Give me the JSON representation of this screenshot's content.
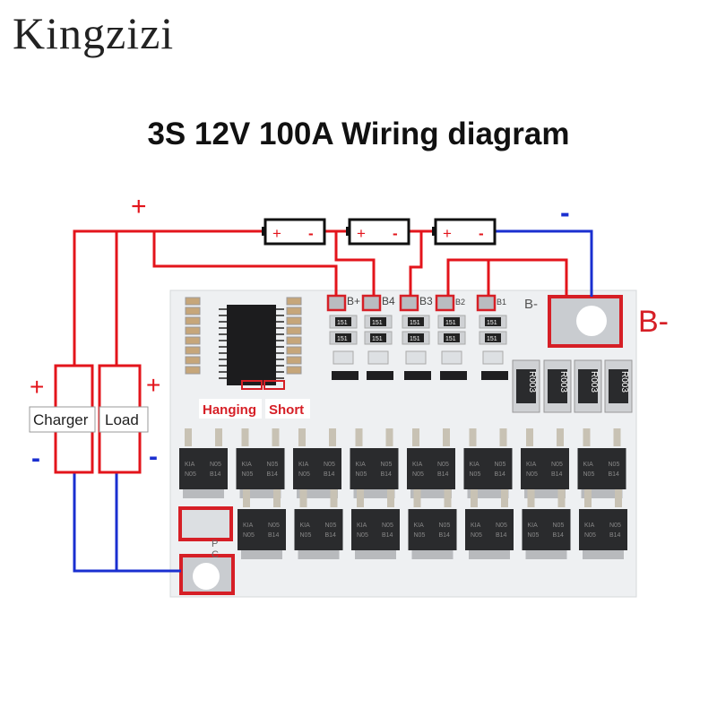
{
  "logo": "Kingzizi",
  "title": "3S 12V 100A Wiring diagram",
  "colors": {
    "positive_wire": "#e3141b",
    "negative_wire": "#1a2fd0",
    "highlight": "#d61f26",
    "pcb": "#eef0f2",
    "mosfet": "#2a2b2d"
  },
  "wiring": {
    "plus_sign": "+",
    "minus_sign": "-",
    "batteries": [
      {
        "plus": "+",
        "minus": "-"
      },
      {
        "plus": "+",
        "minus": "-"
      },
      {
        "plus": "+",
        "minus": "-"
      }
    ],
    "charger": {
      "label": "Charger",
      "plus": "+",
      "minus": "-"
    },
    "load": {
      "label": "Load",
      "plus": "+",
      "minus": "-"
    }
  },
  "board": {
    "pads": [
      "B+",
      "B4",
      "B3",
      "B2",
      "B1",
      "B-"
    ],
    "b_minus_callout": "B-",
    "resistor_code": "151",
    "shunt_code": "R003",
    "mosfet_marking": [
      "KIA",
      "N05",
      "N05",
      "B14"
    ],
    "p_label": "P",
    "c_label": "C",
    "jumper_labels": {
      "hanging": "Hanging",
      "short": "Short"
    }
  }
}
